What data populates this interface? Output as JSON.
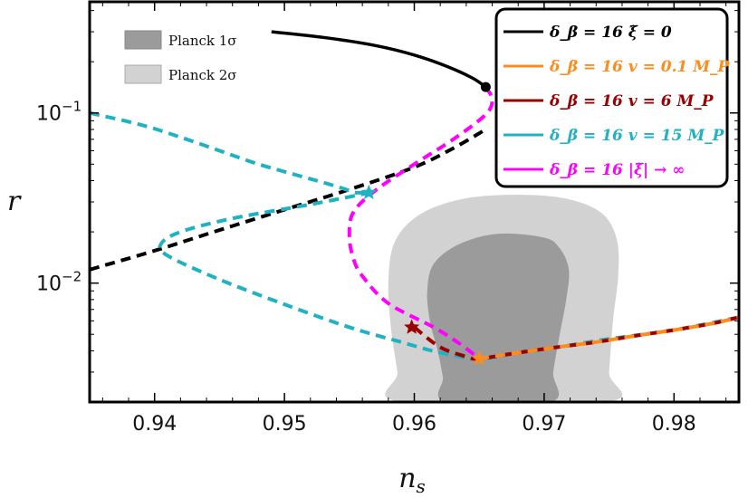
{
  "chart_data": {
    "type": "line",
    "xlabel": "n_s",
    "ylabel": "r",
    "xlim": [
      0.935,
      0.985
    ],
    "ylim": [
      0.002,
      0.45
    ],
    "yscale": "log",
    "x_ticks": [
      "0.94",
      "0.95",
      "0.96",
      "0.97",
      "0.98"
    ],
    "y_ticks": [
      {
        "value": 0.1,
        "base": "10",
        "exp": "−1"
      },
      {
        "value": 0.01,
        "base": "10",
        "exp": "−2"
      }
    ],
    "planck_labels": [
      "Planck 1σ",
      "Planck 2σ"
    ],
    "planck_colors": [
      "#9b9b9b",
      "#d2d2d2"
    ],
    "planck_1sigma": [
      [
        0.9665,
        0.0195
      ],
      [
        0.9635,
        0.017
      ],
      [
        0.9615,
        0.013
      ],
      [
        0.961,
        0.009
      ],
      [
        0.9612,
        0.006
      ],
      [
        0.9618,
        0.004
      ],
      [
        0.9622,
        0.0028
      ],
      [
        0.9625,
        0.002
      ],
      [
        0.9705,
        0.002
      ],
      [
        0.9707,
        0.003
      ],
      [
        0.9712,
        0.005
      ],
      [
        0.9717,
        0.008
      ],
      [
        0.9719,
        0.012
      ],
      [
        0.9712,
        0.016
      ],
      [
        0.97,
        0.0185
      ]
    ],
    "planck_2sigma": [
      [
        0.9685,
        0.033
      ],
      [
        0.964,
        0.0315
      ],
      [
        0.9605,
        0.0255
      ],
      [
        0.9585,
        0.0175
      ],
      [
        0.958,
        0.01
      ],
      [
        0.9582,
        0.0055
      ],
      [
        0.9587,
        0.003
      ],
      [
        0.959,
        0.002
      ],
      [
        0.9748,
        0.002
      ],
      [
        0.975,
        0.003
      ],
      [
        0.9753,
        0.006
      ],
      [
        0.9757,
        0.011
      ],
      [
        0.9756,
        0.018
      ],
      [
        0.9745,
        0.0255
      ],
      [
        0.972,
        0.031
      ]
    ],
    "legend_position": "top-right",
    "series": [
      {
        "name": "δ_β = 16  ξ̃ = 0",
        "color": "#000000",
        "style": "solid",
        "x": [
          0.949,
          0.953,
          0.957,
          0.96,
          0.9625,
          0.9645,
          0.9655
        ],
        "y": [
          0.3,
          0.278,
          0.249,
          0.219,
          0.188,
          0.16,
          0.142
        ]
      },
      {
        "name": "δ_β = 16  v = 0.1 M_P",
        "color": "#ff8c1a",
        "style": "dashed",
        "x": [
          0.965,
          0.968,
          0.971,
          0.974,
          0.977,
          0.98,
          0.983,
          0.985
        ],
        "y": [
          0.0036,
          0.0039,
          0.0042,
          0.0045,
          0.0049,
          0.0053,
          0.0058,
          0.0063
        ]
      },
      {
        "name": "δ_β = 16  v = 6 M_P",
        "color": "#9b0000",
        "style": "dashed",
        "x": [
          0.96,
          0.962,
          0.964,
          0.965,
          0.968,
          0.971,
          0.974,
          0.977,
          0.98,
          0.983,
          0.985
        ],
        "y": [
          0.0055,
          0.0042,
          0.0037,
          0.0036,
          0.0039,
          0.0042,
          0.0045,
          0.0049,
          0.0053,
          0.0058,
          0.0063
        ]
      },
      {
        "name": "δ_β = 16  v = 15 M_P",
        "color": "#20b2c2",
        "style": "dashed",
        "x": [
          0.935,
          0.939,
          0.942,
          0.945,
          0.948,
          0.951,
          0.953,
          0.9545,
          0.9555,
          0.9565,
          0.952,
          0.946,
          0.942,
          0.9405,
          0.941,
          0.945,
          0.95,
          0.955,
          0.959,
          0.962,
          0.965,
          0.968,
          0.971,
          0.975,
          0.98,
          0.985
        ],
        "y": [
          0.1,
          0.085,
          0.072,
          0.06,
          0.05,
          0.043,
          0.039,
          0.036,
          0.034,
          0.034,
          0.029,
          0.024,
          0.02,
          0.017,
          0.0145,
          0.0105,
          0.0075,
          0.0055,
          0.0045,
          0.0039,
          0.0036,
          0.0039,
          0.0042,
          0.0047,
          0.0053,
          0.0063
        ]
      },
      {
        "name": "δ_β = 16  |ξ̃| → ∞",
        "color": "#ff00ff",
        "style": "dashed",
        "x": [
          0.9655,
          0.966,
          0.9655,
          0.963,
          0.96,
          0.957,
          0.9553,
          0.955,
          0.9553,
          0.956,
          0.958,
          0.9615,
          0.9635,
          0.965
        ],
        "y": [
          0.142,
          0.12,
          0.098,
          0.07,
          0.05,
          0.035,
          0.026,
          0.019,
          0.014,
          0.011,
          0.0076,
          0.0055,
          0.0044,
          0.0036
        ]
      },
      {
        "name": "",
        "color": "#000000",
        "style": "dashed",
        "x": [
          0.935,
          0.94,
          0.945,
          0.95,
          0.955,
          0.96,
          0.963,
          0.9655
        ],
        "y": [
          0.012,
          0.0155,
          0.0205,
          0.027,
          0.0355,
          0.048,
          0.062,
          0.08
        ]
      }
    ],
    "markers": [
      {
        "type": "dot",
        "x": 0.9655,
        "y": 0.142,
        "color": "#000000"
      },
      {
        "type": "star",
        "x": 0.9565,
        "y": 0.034,
        "color": "#20b2c2"
      },
      {
        "type": "star",
        "x": 0.9598,
        "y": 0.0055,
        "color": "#9b0000"
      },
      {
        "type": "star",
        "x": 0.965,
        "y": 0.0036,
        "color": "#ff8c1a"
      }
    ]
  }
}
